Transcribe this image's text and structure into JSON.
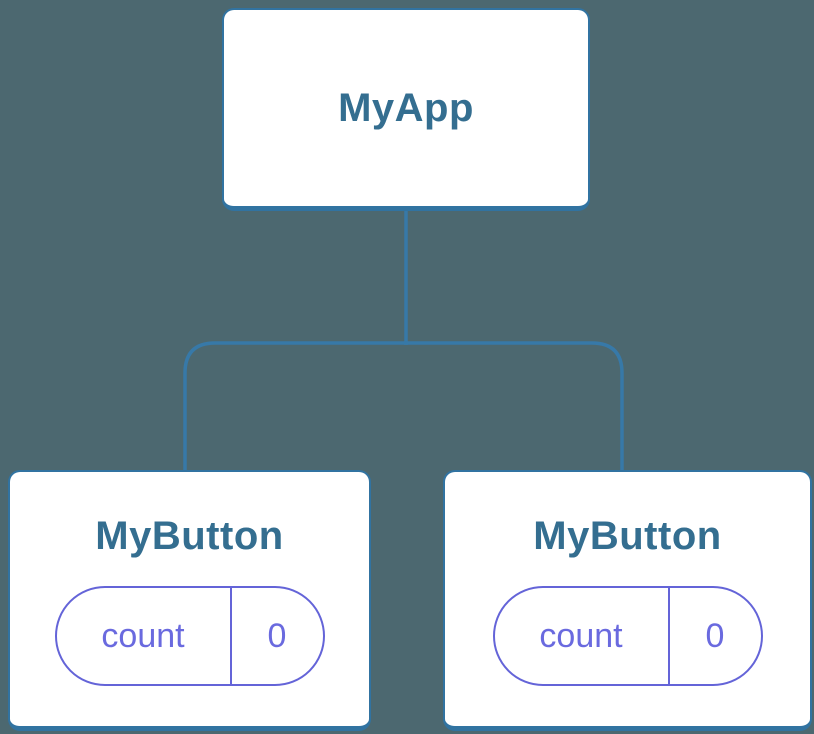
{
  "diagram": {
    "type": "component-tree",
    "background_color": "#4C6870",
    "line_color": "#3779A8",
    "card_border_color": "#3173A1",
    "title_color": "#346E90",
    "state_color": "#6A6ADF",
    "root": {
      "title": "MyApp"
    },
    "children": [
      {
        "title": "MyButton",
        "state": {
          "name": "count",
          "value": "0"
        }
      },
      {
        "title": "MyButton",
        "state": {
          "name": "count",
          "value": "0"
        }
      }
    ]
  }
}
